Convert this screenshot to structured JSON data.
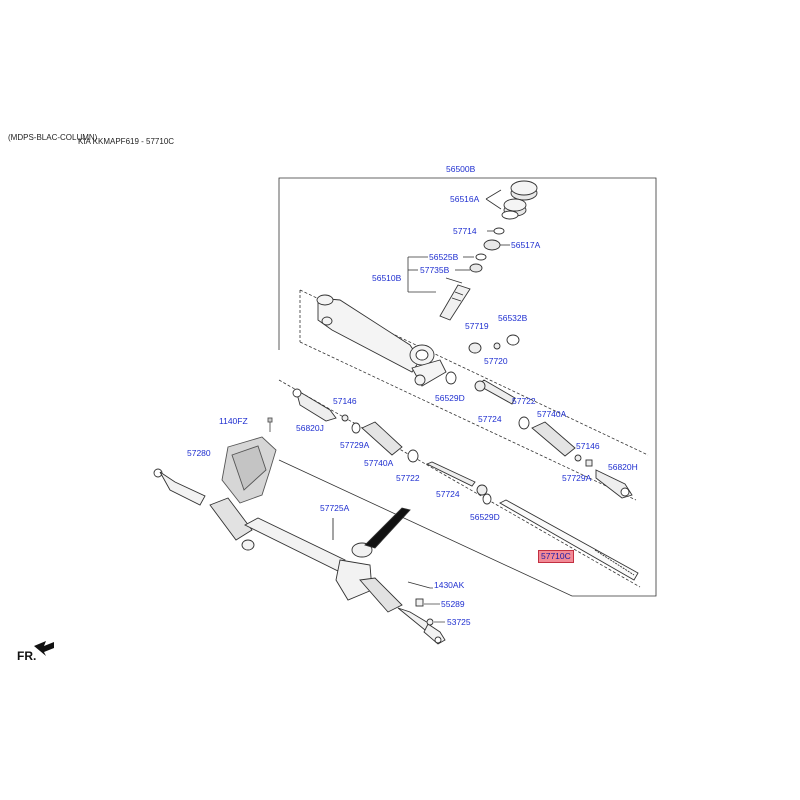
{
  "header": {
    "section": "(MDPS-BLAC-COLUMN)",
    "model_ref": "KIA KKMAPF619 - 57710C"
  },
  "assembly": {
    "main_label": "56500B",
    "highlighted_part": "57710C"
  },
  "labels": {
    "p56516a": "56516A",
    "p57714": "57714",
    "p56517a": "56517A",
    "p56525b": "56525B",
    "p57735b": "57735B",
    "p56510b": "56510B",
    "p57719": "57719",
    "p56532b": "56532B",
    "p57720": "57720",
    "p56529d_a": "56529D",
    "p57146_a": "57146",
    "p57722_a": "57722",
    "p57740a_a": "57740A",
    "p56820j": "56820J",
    "p57724_a": "57724",
    "p57729a_a": "57729A",
    "p57740a_b": "57740A",
    "p57146_b": "57146",
    "p56820h": "56820H",
    "p57722_b": "57722",
    "p57729a_b": "57729A",
    "p57724_b": "57724",
    "p56529d_b": "56529D",
    "p57710c": "57710C",
    "p1140fz": "1140FZ",
    "p57280": "57280",
    "p57725a": "57725A",
    "p1430ak": "1430AK",
    "p55289": "55289",
    "p53725": "53725"
  },
  "orientation": {
    "front_label": "FR."
  }
}
